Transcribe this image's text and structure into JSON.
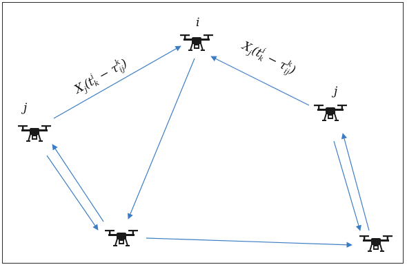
{
  "nodes": [
    {
      "id": "drone-i",
      "label": "i"
    },
    {
      "id": "drone-j-left",
      "label": "j"
    },
    {
      "id": "drone-j-right",
      "label": "j"
    },
    {
      "id": "drone-bottom-left",
      "label": ""
    },
    {
      "id": "drone-bottom-right",
      "label": ""
    }
  ],
  "edge_labels": {
    "left": {
      "base": "X",
      "sub_j": "j",
      "open": "(",
      "t": "t",
      "t_sup": "i",
      "t_sub": "k",
      "minus": " − ",
      "tau": "τ",
      "tau_sup": "k",
      "tau_sub": "ij",
      "close": ")"
    },
    "right": {
      "base": "X",
      "sub_j": "j",
      "open": "(",
      "t": "t",
      "t_sup": "i",
      "t_sub": "k",
      "minus": " − ",
      "tau": "τ",
      "tau_sup": "k",
      "tau_sub": "ij",
      "close": ")"
    }
  },
  "colors": {
    "arrow": "#3b7dc4",
    "drone": "#1a1a1a",
    "frame": "#2b2b2b"
  }
}
